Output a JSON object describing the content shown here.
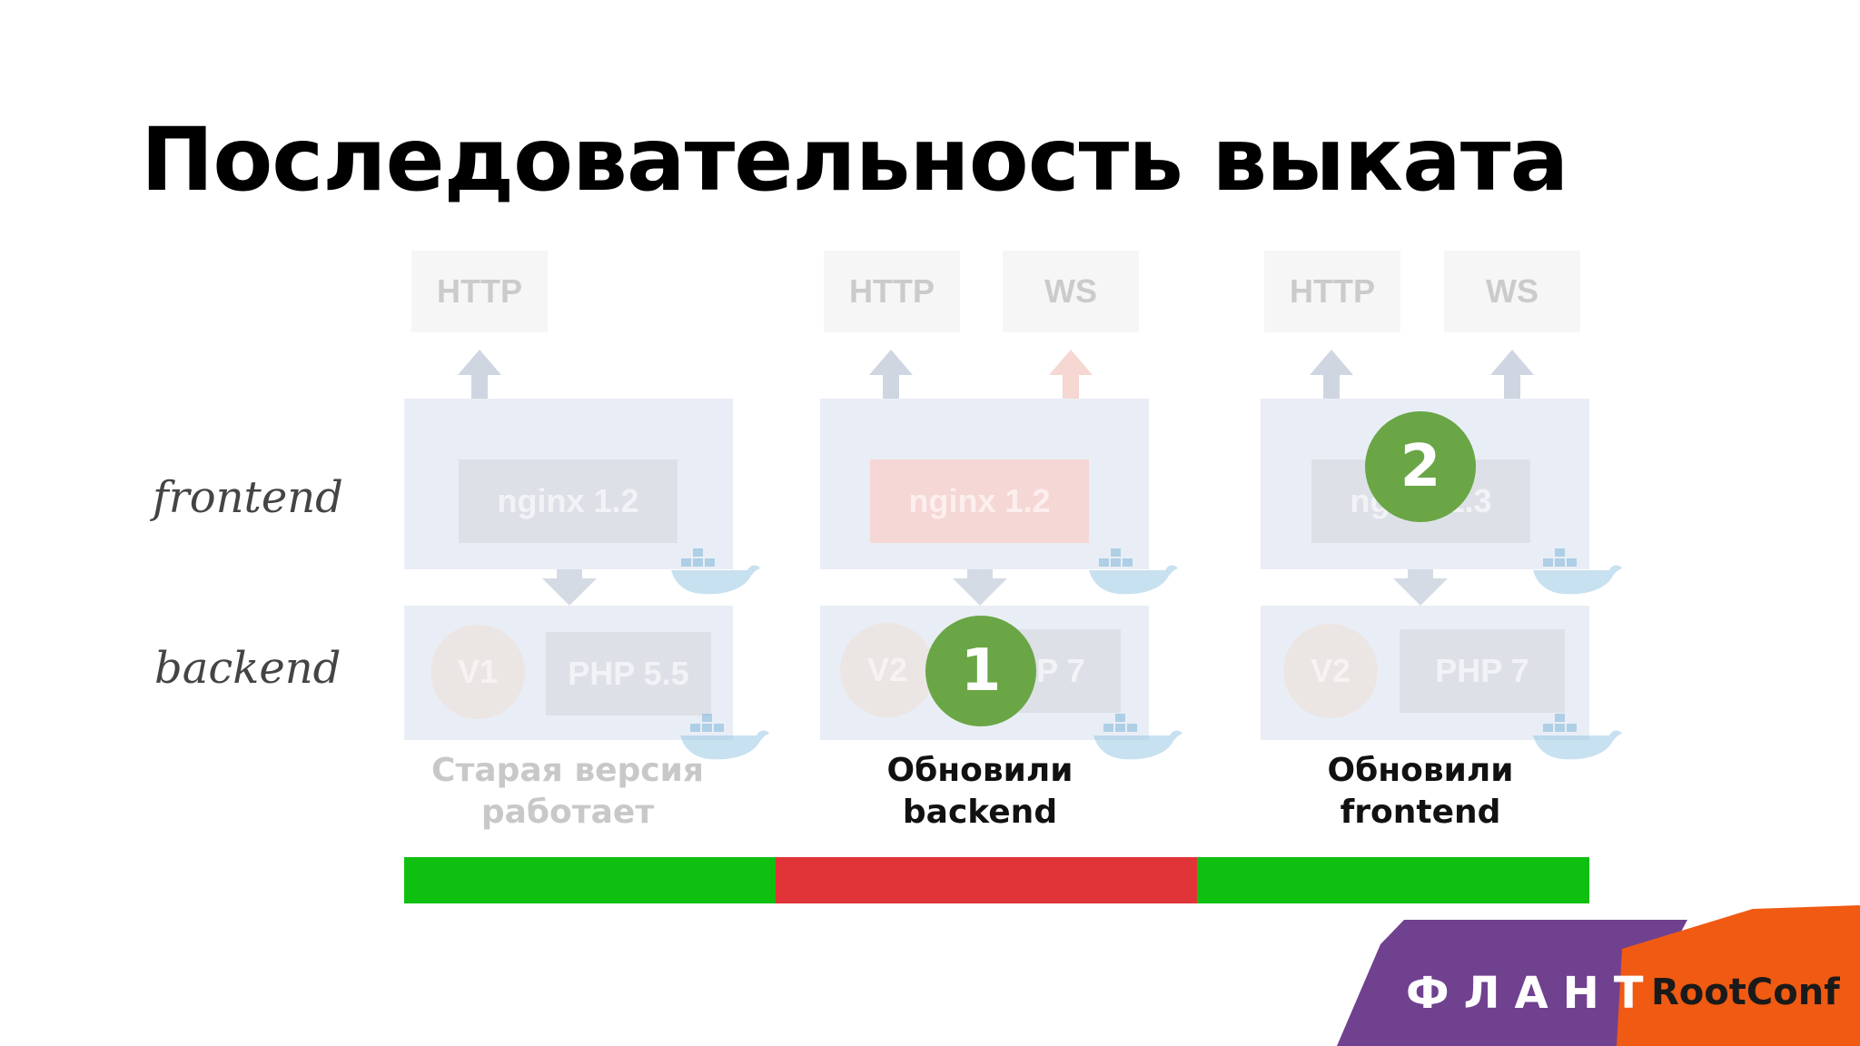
{
  "title": "Последовательность выката",
  "rows": {
    "frontend": "frontend",
    "backend": "backend"
  },
  "stages": [
    {
      "protocols": [
        "HTTP"
      ],
      "nginx": "nginx 1.2",
      "version": "V1",
      "php": "PHP 5.5",
      "caption_line1": "Старая версия",
      "caption_line2": "работает"
    },
    {
      "protocols": [
        "HTTP",
        "WS"
      ],
      "nginx": "nginx 1.2",
      "version": "V2",
      "php": "PHP 7",
      "step": "1",
      "caption_line1": "Обновили",
      "caption_line2": "backend"
    },
    {
      "protocols": [
        "HTTP",
        "WS"
      ],
      "nginx": "nginx 1.3",
      "version": "V2",
      "php": "PHP 7",
      "step": "2",
      "caption_line1": "Обновили",
      "caption_line2": "frontend"
    }
  ],
  "timeline": [
    {
      "status": "ok",
      "color": "#10c010"
    },
    {
      "status": "error",
      "color": "#e03438"
    },
    {
      "status": "ok",
      "color": "#10c010"
    }
  ],
  "logos": {
    "flant": "ФЛАНТ",
    "rootconf": "RootConf"
  }
}
